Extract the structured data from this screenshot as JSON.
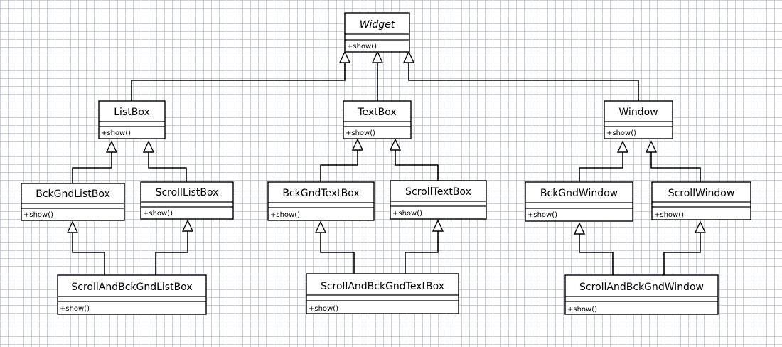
{
  "classes": {
    "widget": {
      "name": "Widget",
      "abstract": true,
      "operation": "+show()"
    },
    "listbox": {
      "name": "ListBox",
      "operation": "+show()"
    },
    "textbox": {
      "name": "TextBox",
      "operation": "+show()"
    },
    "window": {
      "name": "Window",
      "operation": "+show()"
    },
    "bckgnd_listbox": {
      "name": "BckGndListBox",
      "operation": "+show()"
    },
    "scroll_listbox": {
      "name": "ScrollListBox",
      "operation": "+show()"
    },
    "bckgnd_textbox": {
      "name": "BckGndTextBox",
      "operation": "+show()"
    },
    "scroll_textbox": {
      "name": "ScrollTextBox",
      "operation": "+show()"
    },
    "bckgnd_window": {
      "name": "BckGndWindow",
      "operation": "+show()"
    },
    "scroll_window": {
      "name": "ScrollWindow",
      "operation": "+show()"
    },
    "scroll_bckgnd_listbox": {
      "name": "ScrollAndBckGndListBox",
      "operation": "+show()"
    },
    "scroll_bckgnd_textbox": {
      "name": "ScrollAndBckGndTextBox",
      "operation": "+show()"
    },
    "scroll_bckgnd_window": {
      "name": "ScrollAndBckGndWindow",
      "operation": "+show()"
    }
  },
  "relations": [
    {
      "type": "generalization",
      "from": "listbox",
      "to": "widget"
    },
    {
      "type": "generalization",
      "from": "textbox",
      "to": "widget"
    },
    {
      "type": "generalization",
      "from": "window",
      "to": "widget"
    },
    {
      "type": "generalization",
      "from": "bckgnd_listbox",
      "to": "listbox"
    },
    {
      "type": "generalization",
      "from": "scroll_listbox",
      "to": "listbox"
    },
    {
      "type": "generalization",
      "from": "bckgnd_textbox",
      "to": "textbox"
    },
    {
      "type": "generalization",
      "from": "scroll_textbox",
      "to": "textbox"
    },
    {
      "type": "generalization",
      "from": "bckgnd_window",
      "to": "window"
    },
    {
      "type": "generalization",
      "from": "scroll_window",
      "to": "window"
    },
    {
      "type": "generalization",
      "from": "scroll_bckgnd_listbox",
      "to": "bckgnd_listbox"
    },
    {
      "type": "generalization",
      "from": "scroll_bckgnd_listbox",
      "to": "scroll_listbox"
    },
    {
      "type": "generalization",
      "from": "scroll_bckgnd_textbox",
      "to": "bckgnd_textbox"
    },
    {
      "type": "generalization",
      "from": "scroll_bckgnd_textbox",
      "to": "scroll_textbox"
    },
    {
      "type": "generalization",
      "from": "scroll_bckgnd_window",
      "to": "bckgnd_window"
    },
    {
      "type": "generalization",
      "from": "scroll_bckgnd_window",
      "to": "scroll_window"
    }
  ],
  "style": {
    "line_color": "#000000",
    "grid_color": "#c8cfd8",
    "background": "#ffffff"
  }
}
